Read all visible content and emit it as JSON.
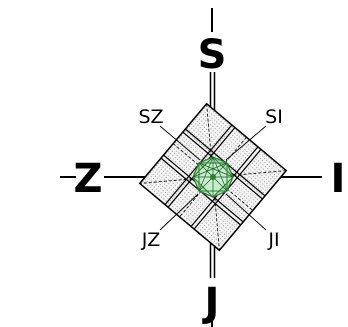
{
  "compass": {
    "north": "S",
    "south": "J",
    "west": "Z",
    "east": "I",
    "northwest": "SZ",
    "northeast": "SI",
    "southwest": "JZ",
    "southeast": "JI"
  },
  "colors": {
    "ink": "#000000",
    "tile_fill": "#e6e6e6",
    "center_fill": "#a8dcb0",
    "center_stroke": "#2e7d32"
  },
  "icon": "compass-rose-diagram"
}
